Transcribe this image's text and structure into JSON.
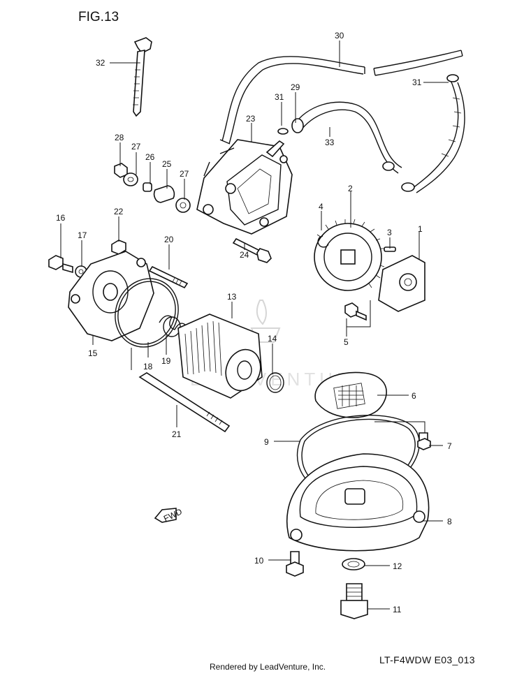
{
  "figure": {
    "title": "FIG.13"
  },
  "watermark": {
    "text": "LEADVENTURE"
  },
  "fwd_label": "FWD",
  "callouts": [
    "1",
    "2",
    "3",
    "4",
    "5",
    "6",
    "7",
    "8",
    "9",
    "10",
    "11",
    "12",
    "13",
    "14",
    "15",
    "16",
    "17",
    "18",
    "19",
    "20",
    "21",
    "22",
    "23",
    "24",
    "25",
    "26",
    "27",
    "27",
    "28",
    "29",
    "30",
    "31",
    "31",
    "32",
    "33"
  ],
  "footer": {
    "credit": "Rendered by LeadVenture, Inc.",
    "code": "LT-F4WDW E03_013"
  }
}
